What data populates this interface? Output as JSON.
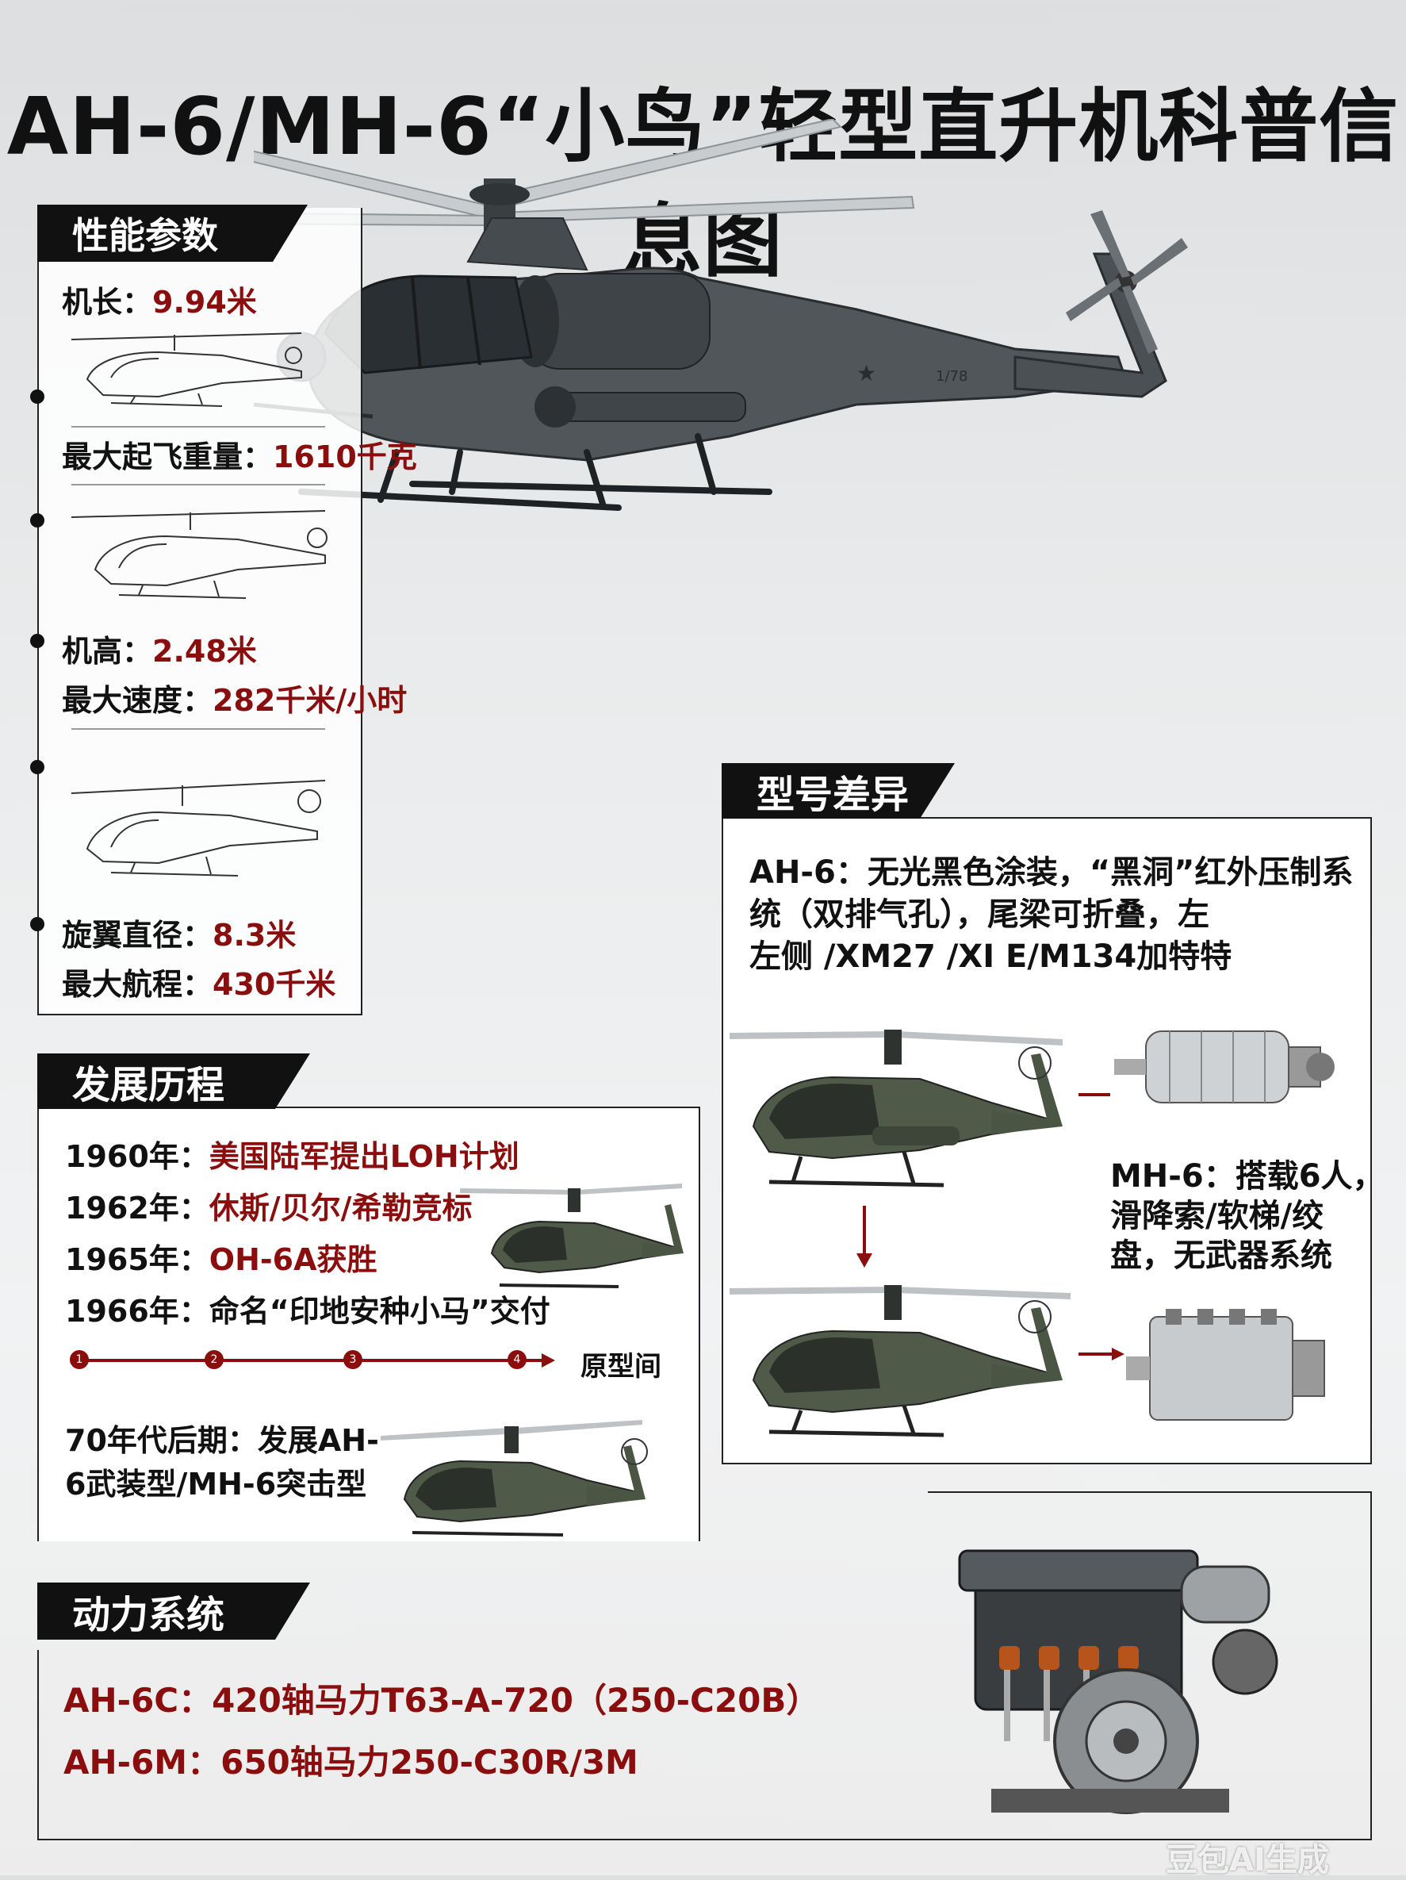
{
  "title": "AH-6/MH-6“小鸟”轻型直升机科普信息图",
  "specs": {
    "header": "性能参数",
    "items": [
      {
        "label": "机长：",
        "value": "9.94米"
      },
      {
        "label": "最大起飞重量：",
        "value": "1610千克"
      },
      {
        "label": "机高：",
        "value": "2.48米"
      },
      {
        "label": "最大速度：",
        "value": "282千米/小时"
      },
      {
        "label": "旋翼直径：",
        "value": "8.3米"
      },
      {
        "label": "最大航程：",
        "value": "430千米"
      }
    ]
  },
  "history": {
    "header": "发展历程",
    "events": [
      {
        "year": "1960年：",
        "text": "美国陆军提出LOH计划",
        "highlight": true
      },
      {
        "year": "1962年：",
        "text": "休斯/贝尔/希勒竞标",
        "highlight": true
      },
      {
        "year": "1965年：",
        "text": "OH-6A获胜",
        "highlight": true
      },
      {
        "year": "1966年：",
        "text": "命名“印地安种小马”交付",
        "highlight": false
      }
    ],
    "timeline_nodes": [
      "1",
      "2",
      "3",
      "4"
    ],
    "timeline_label": "原型间",
    "late_line1": "70年代后期：发展AH-",
    "late_line2": "6武装型/MH-6突击型"
  },
  "variants": {
    "header": "型号差异",
    "ah6_text_line1": "AH-6：无光黑色涂装，“黑洞”红外压制系",
    "ah6_text_line2": "统（双排气孔），尾梁可折叠，左",
    "ah6_text_line3": "左侧 /XM27 /XI E/M134加特特",
    "mh6_text_line1": "MH-6：搭载6人，",
    "mh6_text_line2": "滑降索/软梯/绞",
    "mh6_text_line3": "盘，无武器系统"
  },
  "power": {
    "header": "动力系统",
    "lines": [
      "AH-6C：420轴马力T63-A-720（250-C20B）",
      "AH-6M：650轴马力250-C30R/3M"
    ]
  },
  "watermark": "豆包AI生成",
  "colors": {
    "accent_red": "#8b0e0e",
    "heli_gray": "#50565a",
    "heli_green": "#4f5a48",
    "header_black": "#111111"
  }
}
